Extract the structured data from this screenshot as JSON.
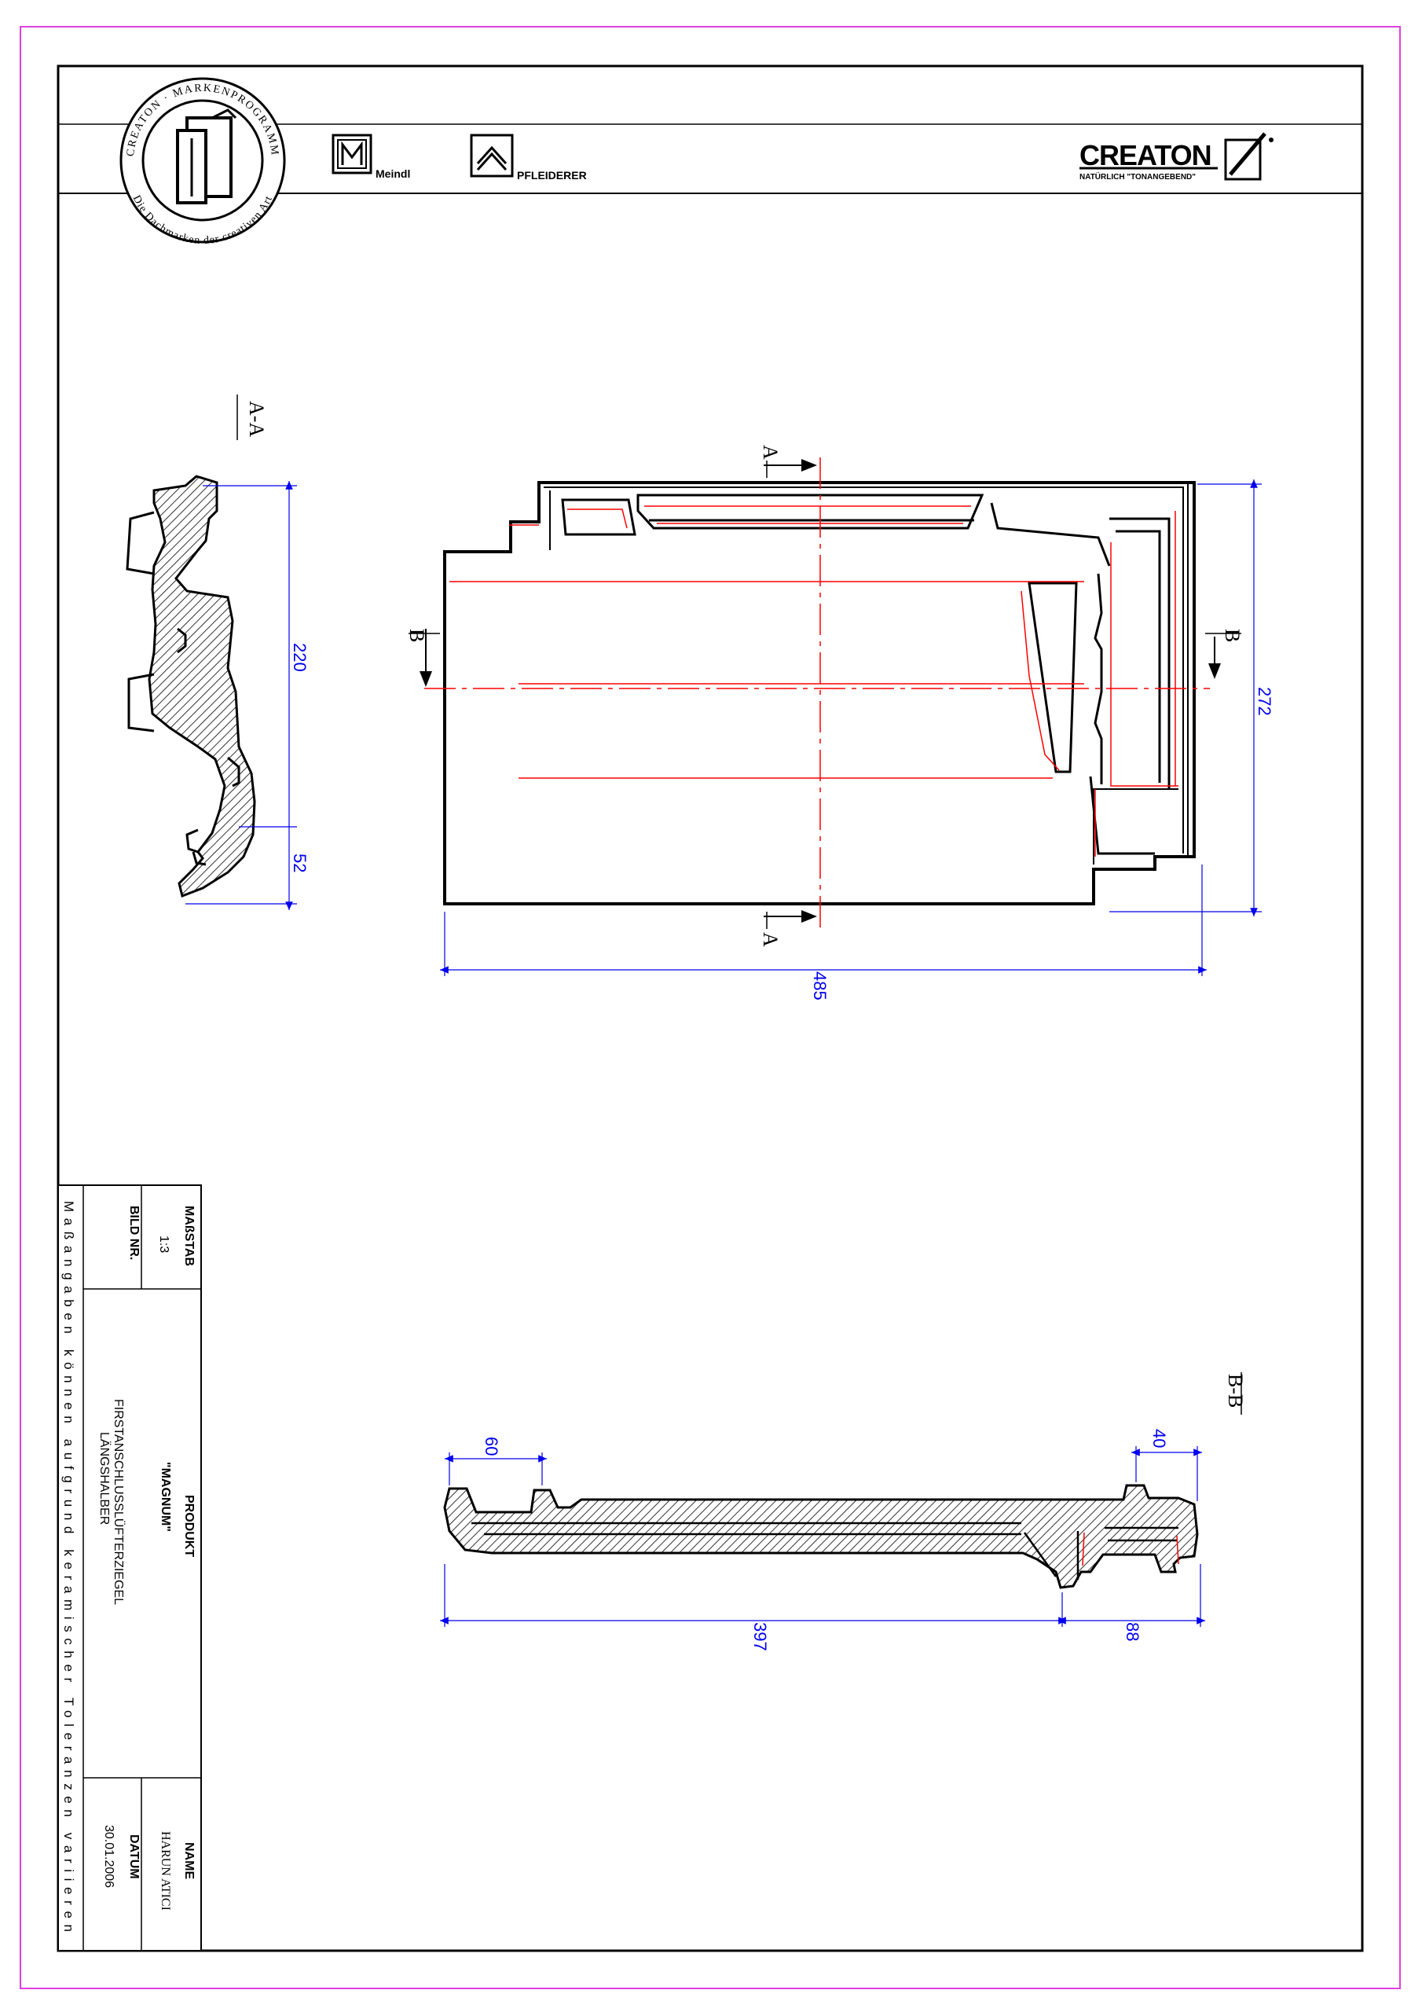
{
  "header": {
    "seal_text_top": "CREATON · MARKENPROGRAMM",
    "seal_text_bottom": "Die Dachmarken der creativen Art",
    "meindl_label": "Meindl",
    "pfleiderer_label": "PFLEIDERER",
    "creaton_logo_text": "CREATON",
    "creaton_tagline": "NATÜRLICH \"TONANGEBEND\""
  },
  "views": {
    "section_aa_title": "A-A",
    "section_bb_title": "B-B",
    "marker_a": "A",
    "marker_b": "B"
  },
  "dimensions": {
    "aa_height": "220",
    "aa_bottom": "52",
    "plan_height": "272",
    "plan_width": "485",
    "bb_left": "60",
    "bb_right": "40",
    "bb_length": "397",
    "bb_end": "88"
  },
  "title_block": {
    "scale_label": "MAßSTAB",
    "scale_value": "1:3",
    "image_no_label": "BILD NR.",
    "product_label": "PRODUKT",
    "product_name": "\"MAGNUM\"",
    "product_desc_1": "FIRSTANSCHLUSSLÜFTERZIEGEL",
    "product_desc_2": "LÄNGSHALBER",
    "name_label": "NAME",
    "name_value": "HARUN ATICI",
    "date_label": "DATUM",
    "date_value": "30.01.2006",
    "tolerance_note": "Maßangaben können aufgrund keramischer Toleranzen variieren"
  },
  "colors": {
    "outline": "#000000",
    "frame": "#e040e0",
    "dimension": "#0000ee",
    "hidden_line": "#ff0000"
  }
}
